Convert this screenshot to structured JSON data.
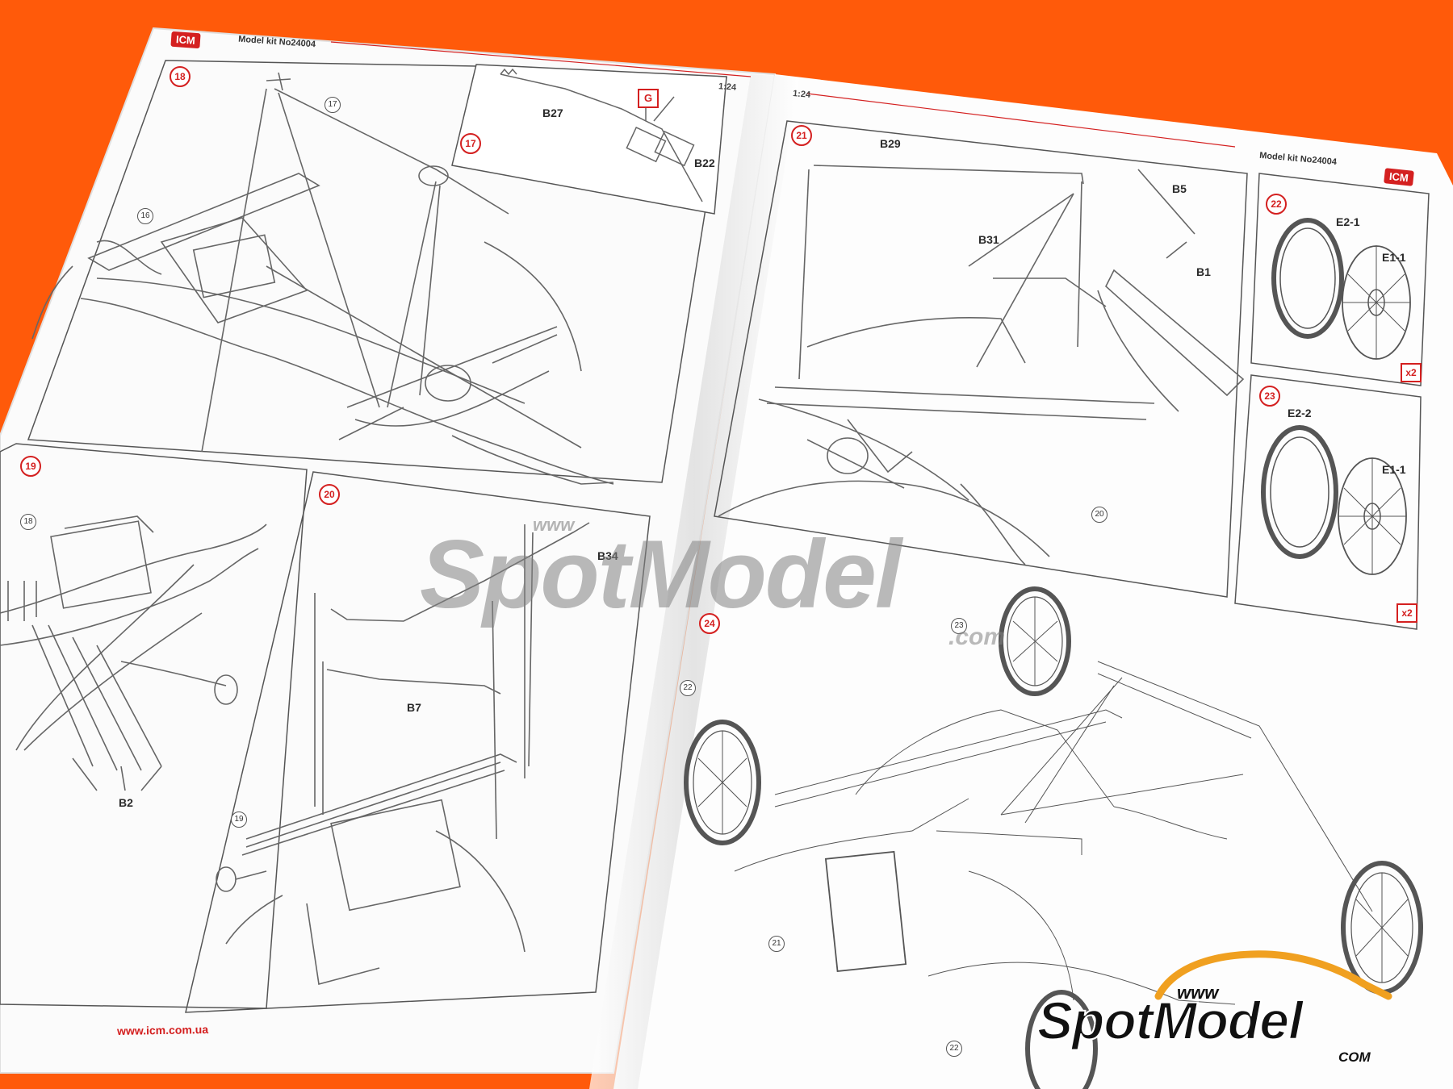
{
  "colors": {
    "background": "#ff5a0a",
    "paper": "#ffffff",
    "accent_red": "#d42020",
    "line": "#666666",
    "watermark": "#8a8a8a",
    "watermark_dark": "#111111",
    "watermark_orange": "#f0a020"
  },
  "left_page": {
    "logo": "ICM",
    "header": "Model kit No24004",
    "scale": "1:24",
    "website": "www.icm.com.ua",
    "step18": {
      "number": "18",
      "refs": [
        "17",
        "16"
      ]
    },
    "step17_inset": {
      "number": "17",
      "parts": [
        "B27",
        "B22"
      ],
      "group": "G"
    },
    "step19": {
      "number": "19",
      "refs": [
        "18"
      ],
      "parts": [
        "B2"
      ]
    },
    "step20": {
      "number": "20",
      "refs": [
        "19"
      ],
      "parts": [
        "B34",
        "B7"
      ]
    }
  },
  "right_page": {
    "logo": "ICM",
    "header": "Model kit No24004",
    "scale": "1:24",
    "step21": {
      "number": "21",
      "refs": [
        "20"
      ],
      "parts": [
        "B29",
        "B5",
        "B31",
        "B1"
      ]
    },
    "step22": {
      "number": "22",
      "parts": [
        "E2-1",
        "E1-1"
      ],
      "multiplier": "x2"
    },
    "step23": {
      "number": "23",
      "parts": [
        "E2-2",
        "E1-1"
      ],
      "multiplier": "x2"
    },
    "step24": {
      "number": "24",
      "refs": [
        "22",
        "23",
        "21",
        "22"
      ]
    }
  },
  "watermark": {
    "center": {
      "prefix": "www",
      "brand": "SpotModel",
      "suffix": ".com"
    },
    "corner": {
      "prefix": "www",
      "brand": "SpotModel",
      "suffix": "COM"
    }
  }
}
